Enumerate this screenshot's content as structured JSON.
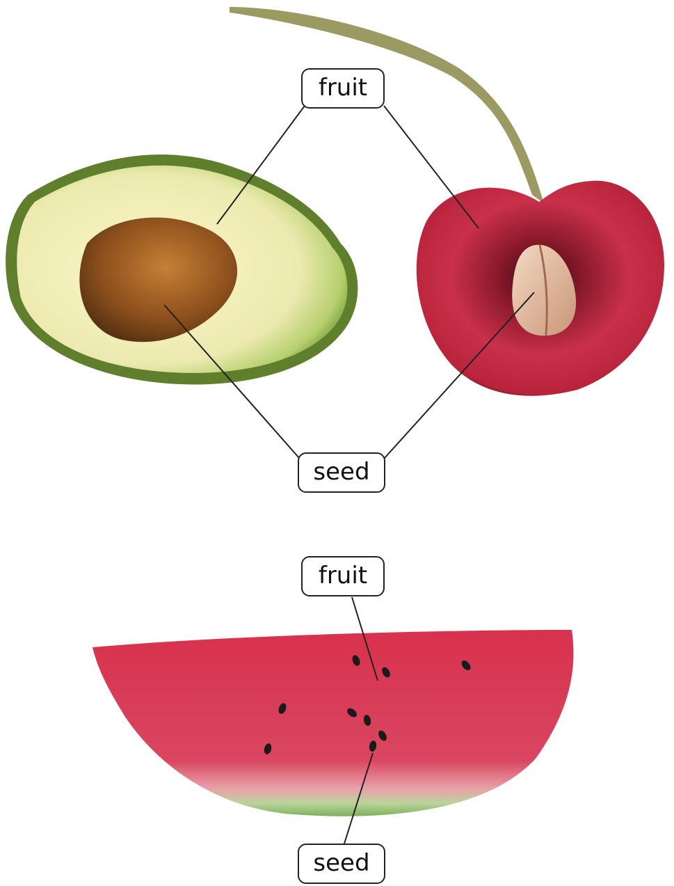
{
  "labels": {
    "top_fruit": "fruit",
    "top_seed": "seed",
    "bottom_fruit": "fruit",
    "bottom_seed": "seed"
  },
  "illustrations": {
    "avocado": "avocado-half",
    "cherry": "cherry-half",
    "watermelon": "watermelon-slice"
  },
  "colors": {
    "avocado_skin": "#6b8a32",
    "avocado_flesh": "#f2efb8",
    "avocado_pit": "#8a4e1a",
    "cherry_flesh": "#c0283c",
    "cherry_dark": "#5e0d1c",
    "cherry_pit": "#e6c3a5",
    "watermelon_flesh": "#d93a52",
    "watermelon_rind": "#8cb870",
    "seed_black": "#1a1a1a",
    "stem": "#9a9a62"
  }
}
